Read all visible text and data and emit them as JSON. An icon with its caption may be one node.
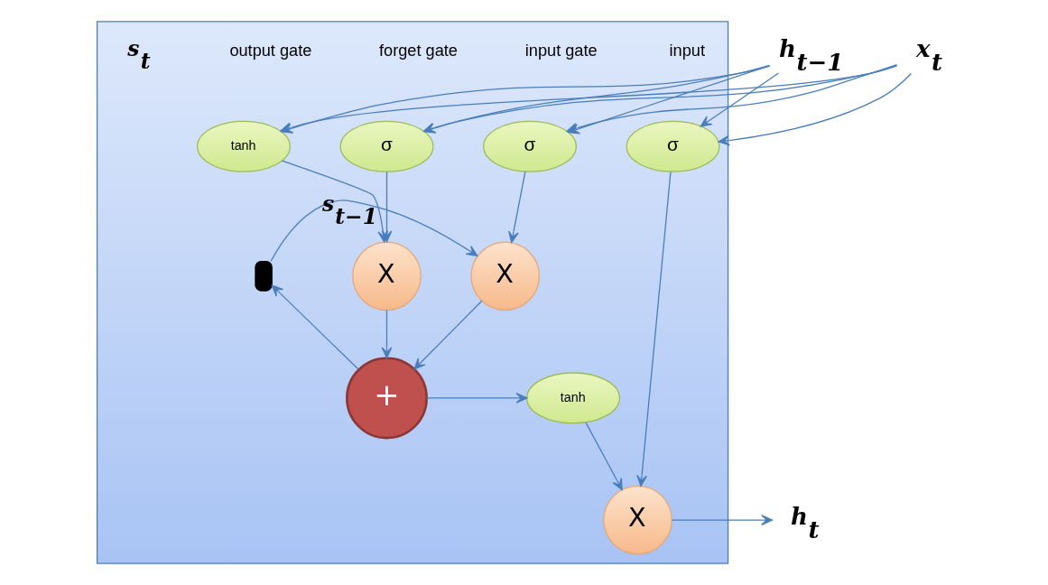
{
  "diagram": {
    "nodes": [
      {
        "text": [],
        "shape": "box"
      },
      {
        "text": [
          "h$_{t−1}$"
        ]
      },
      {
        "text": [
          "x$_{t}$"
        ]
      },
      {
        "text": [
          "tanh"
        ],
        "in": 0
      },
      {
        "text": [
          "σ"
        ],
        "in": 0
      },
      {
        "text": [
          "σ"
        ],
        "in": 0
      },
      {
        "text": [
          "σ"
        ],
        "in": 0
      },
      {
        "text": [
          "X"
        ],
        "in": 0
      },
      {
        "text": [
          "X"
        ],
        "in": 0
      },
      {
        "text": [
          "X"
        ],
        "in": 0
      },
      {
        "text": [
          "+"
        ],
        "in": 0
      },
      {
        "text": [
          "tanh"
        ],
        "in": 0
      },
      {
        "text": [],
        "shape": "box",
        "in": 0
      },
      {
        "text": [
          "h$_{t}$"
        ]
      }
    ],
    "edges": [
      {
        "from": 1,
        "to": 3,
        "arrow": "to"
      },
      {
        "from": 1,
        "to": 4,
        "arrow": "to"
      },
      {
        "from": 1,
        "to": 5,
        "arrow": "to"
      },
      {
        "from": 1,
        "to": 6,
        "arrow": "to"
      },
      {
        "from": 2,
        "to": 3,
        "arrow": "to"
      },
      {
        "from": 2,
        "to": 4,
        "arrow": "to"
      },
      {
        "from": 2,
        "to": 5,
        "arrow": "to"
      },
      {
        "from": 2,
        "to": 6,
        "arrow": "to"
      },
      {
        "from": 3,
        "to": 7,
        "arrow": "to"
      },
      {
        "from": 4,
        "to": 7,
        "arrow": "to"
      },
      {
        "from": 5,
        "to": 8,
        "arrow": "to"
      },
      {
        "from": 6,
        "to": 9,
        "arrow": "to"
      },
      {
        "from": 7,
        "to": 10,
        "arrow": "to"
      },
      {
        "from": 8,
        "to": 10,
        "arrow": "to"
      },
      {
        "from": 10,
        "to": 11,
        "arrow": "to"
      },
      {
        "from": 10,
        "to": 12,
        "arrow": "to"
      },
      {
        "from": 12,
        "to": 8,
        "arrow": "to",
        "label": "s$_{t−1}$"
      },
      {
        "from": 11,
        "to": 9,
        "arrow": "to"
      },
      {
        "from": 9,
        "to": 13,
        "arrow": "to"
      }
    ],
    "labels": [
      "input",
      "input gate",
      "forget gate",
      "output gate",
      "s$_{t}$"
    ]
  }
}
